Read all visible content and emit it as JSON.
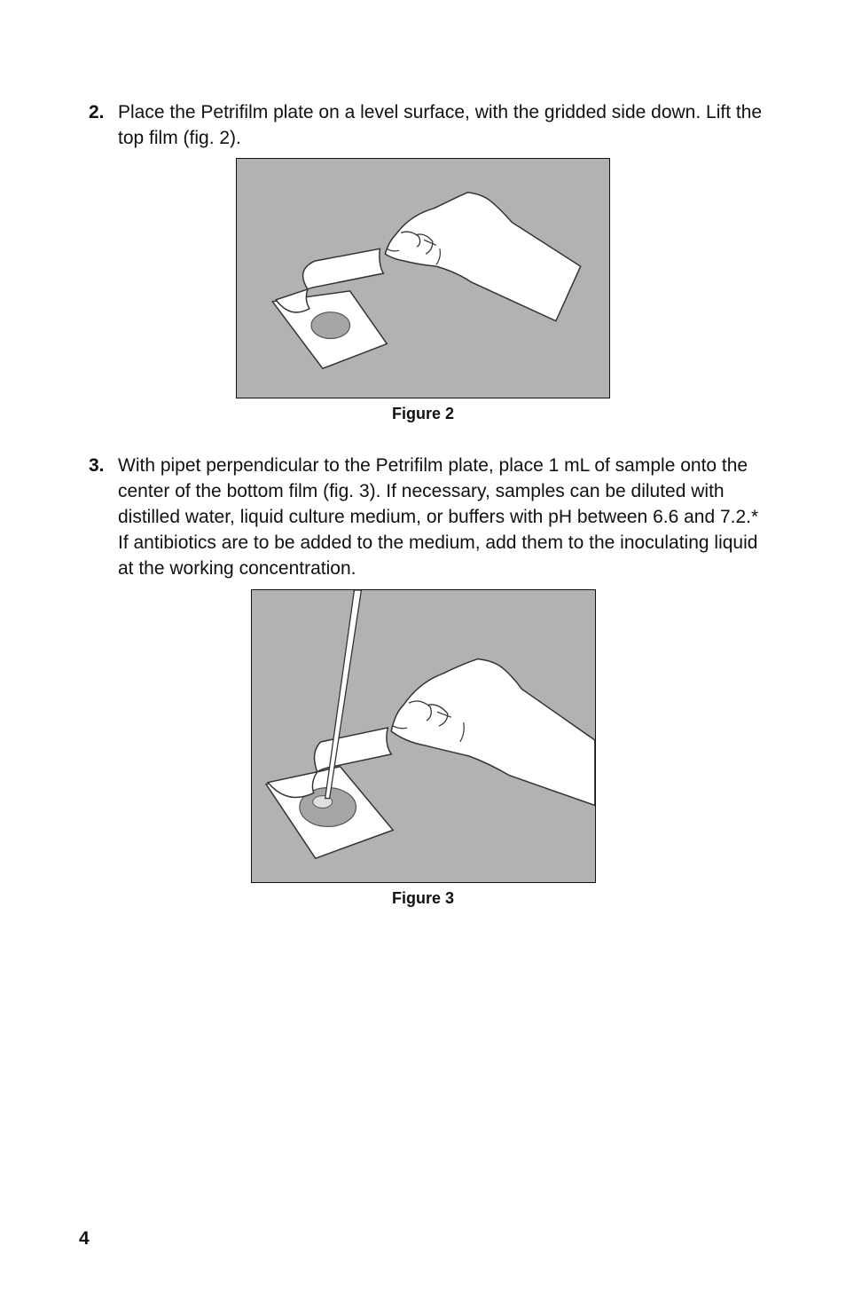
{
  "steps": [
    {
      "number": "2.",
      "text": "Place the Petrifilm plate on a level surface, with the gridded side down. Lift the top film (fig. 2)."
    },
    {
      "number": "3.",
      "text": "With pipet perpendicular to the Petrifilm plate, place 1 mL of sample onto the center of the bottom film (fig. 3). If necessary, samples can be diluted with distilled water, liquid culture medium, or buffers with pH between 6.6 and 7.2.* If antibiotics are to be added to the medium, add them to the inoculating liquid at the working concentration."
    }
  ],
  "figures": [
    {
      "caption": "Figure 2"
    },
    {
      "caption": "Figure 3"
    }
  ],
  "page_number": "4",
  "colors": {
    "figure_background": "#b2b2b2",
    "film_white": "#ffffff",
    "inoculation_circle": "#a6a6a6",
    "outline": "#333333"
  }
}
